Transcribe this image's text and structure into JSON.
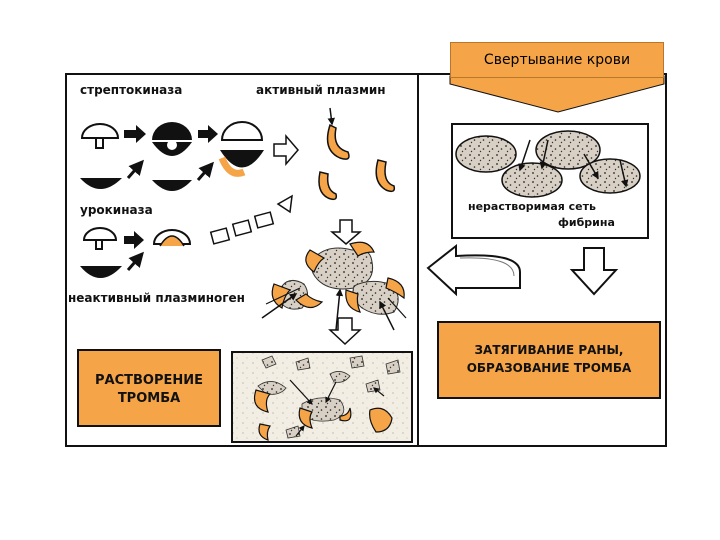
{
  "title": "Свертывание крови",
  "labels": {
    "streptokinase": "стрептокиназа",
    "active_plasmin": "активный плазмин",
    "urokinase": "урокиназа",
    "inactive_plasminogen": "неактивный плазминоген",
    "fibrin_net_line1": "нерастворимая сеть",
    "fibrin_net_line2": "фибрина"
  },
  "boxes": {
    "dissolution_line1": "РАСТВОРЕНИЕ",
    "dissolution_line2": "ТРОМБА",
    "healing_line1": "ЗАТЯГИВАНИЕ РАНЫ,",
    "healing_line2": "ОБРАЗОВАНИЕ ТРОМБА"
  },
  "colors": {
    "orange": "#f5a447",
    "orange_dark": "#e8912d",
    "ink": "#111111",
    "panel_bg": "#f7f2e6",
    "speckle_bg": "#ddd4c8"
  },
  "icons": [
    "curved-arrow-icon",
    "block-arrow-icon",
    "plasmin-molecule-icon",
    "fibrin-clot-icon"
  ]
}
